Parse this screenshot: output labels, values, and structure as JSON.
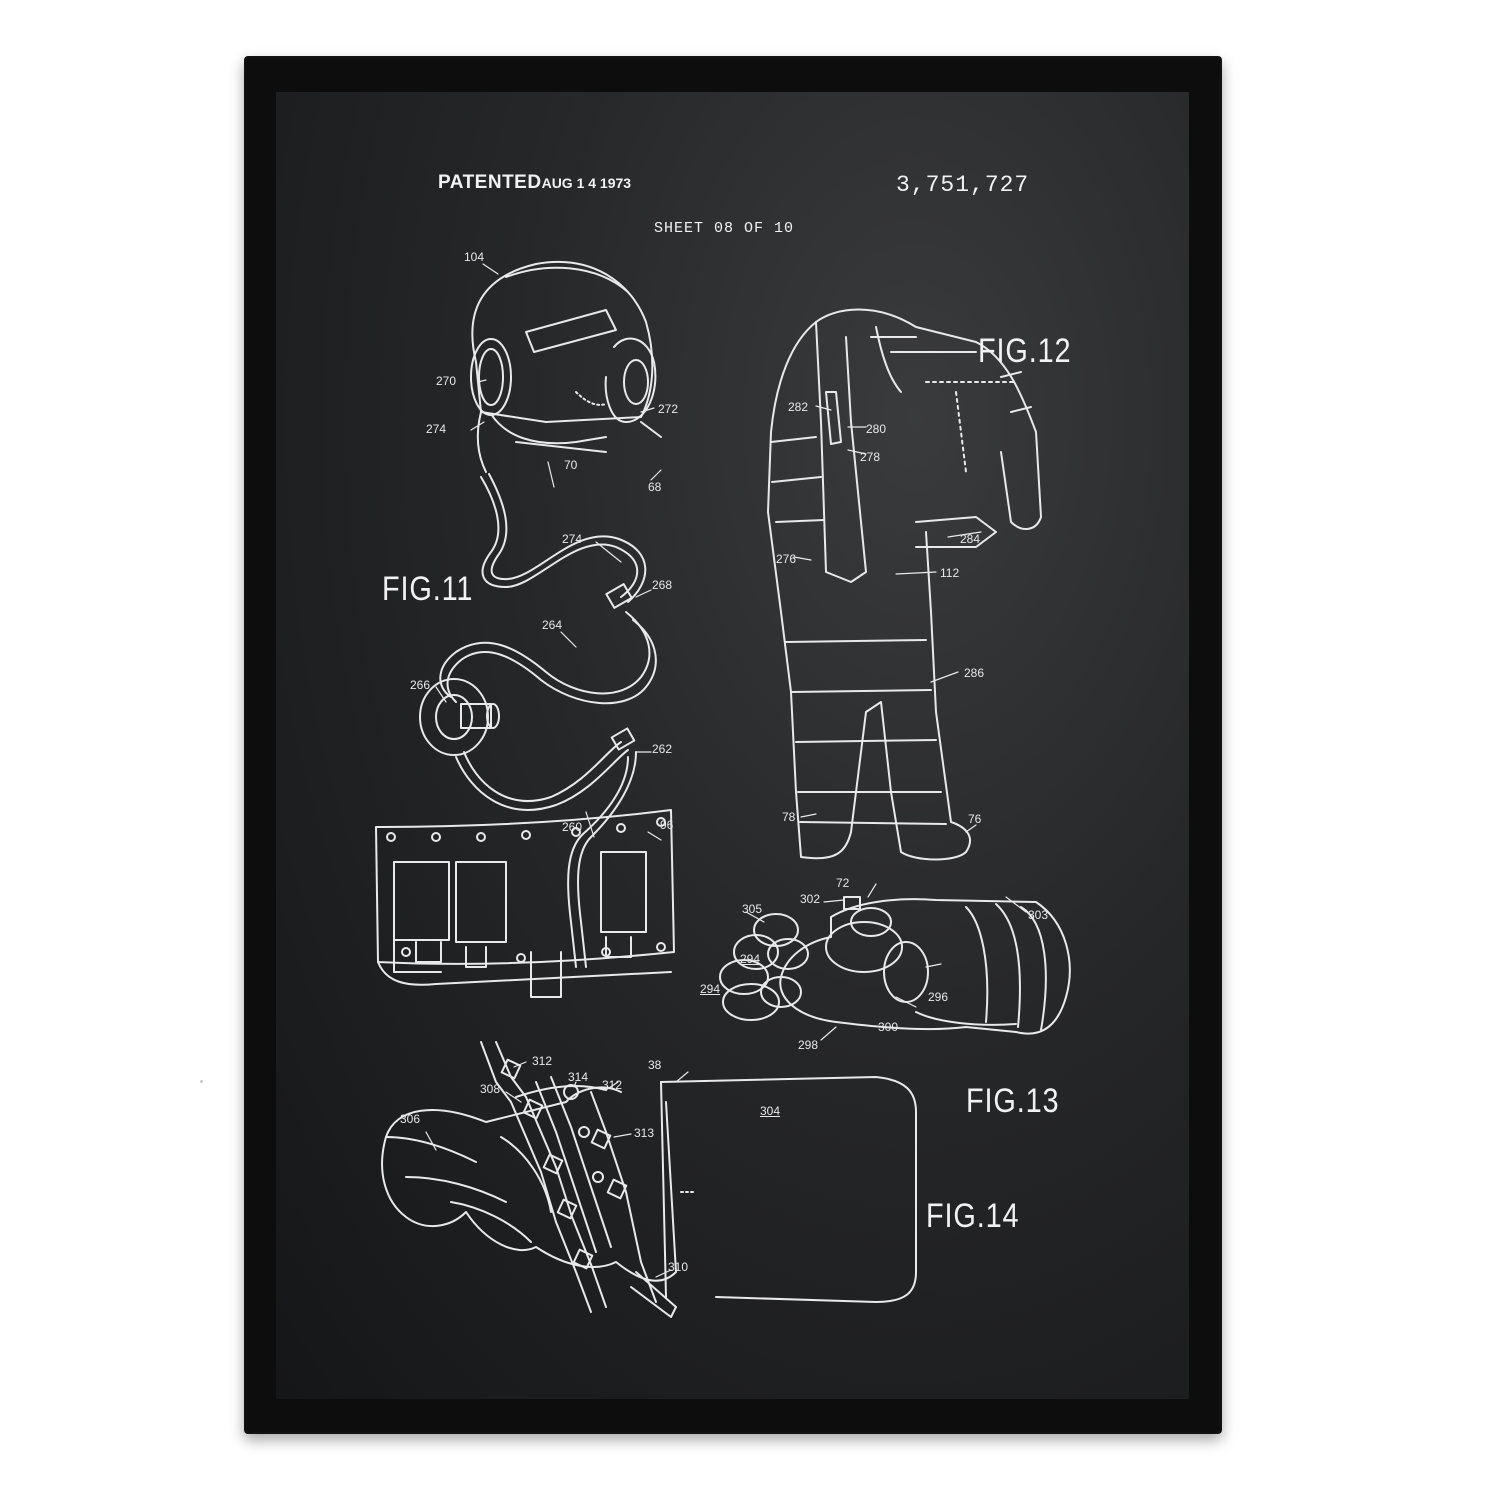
{
  "header": {
    "patented_label": "PATENTED",
    "patented_date": "AUG 1 4 1973",
    "patent_number": "3,751,727",
    "sheet": "SHEET   08 OF 10"
  },
  "figures": {
    "fig11": "FIG.11",
    "fig12": "FIG.12",
    "fig13": "FIG.13",
    "fig14": "FIG.14"
  },
  "refs": {
    "r104": "104",
    "r270": "270",
    "r274a": "274",
    "r272": "272",
    "r70": "70",
    "r68": "68",
    "r274b": "274",
    "r268": "268",
    "r264": "264",
    "r266": "266",
    "r262": "262",
    "r260": "260",
    "r96": "96",
    "r282": "282",
    "r280": "280",
    "r278": "278",
    "r284": "284",
    "r276": "276",
    "r112": "112",
    "r286": "286",
    "r78": "78",
    "r76": "76",
    "r72": "72",
    "r302": "302",
    "r305": "305",
    "r303": "303",
    "r294a": "294",
    "r294b": "294",
    "r296": "296",
    "r300": "300",
    "r298": "298",
    "r312a": "312",
    "r314": "314",
    "r312b": "312",
    "r38": "38",
    "r308": "308",
    "r313": "313",
    "r304": "304",
    "r306": "306",
    "r310": "310"
  },
  "colors": {
    "frame": "#0d0d0d",
    "chalkboard": "#262729",
    "chalk": "#f2f2f2"
  }
}
